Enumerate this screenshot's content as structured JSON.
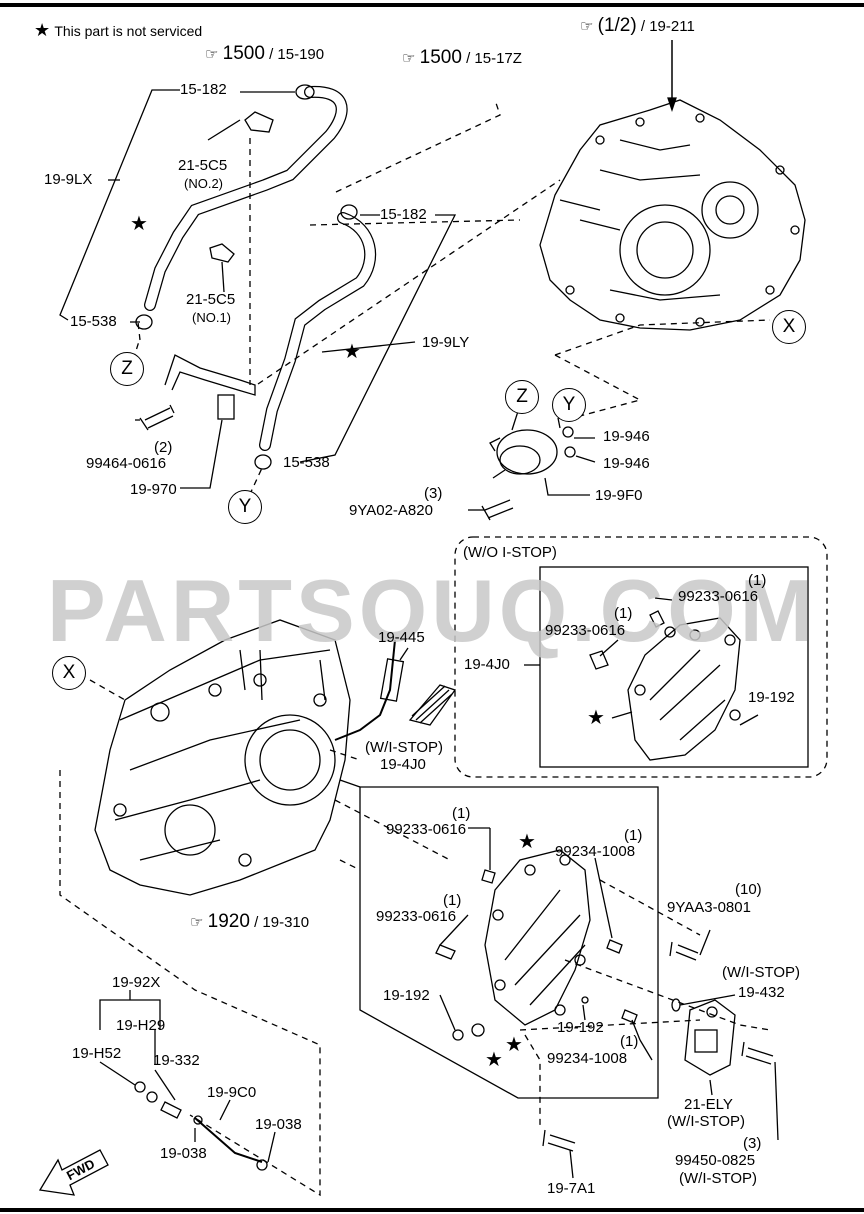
{
  "legend": {
    "star": "★",
    "text": "This part is not serviced"
  },
  "watermark": "PARTSOUQ.COM",
  "refs": {
    "r1": {
      "num": "1500",
      "code": "/ 15-190"
    },
    "r2": {
      "num": "1500",
      "code": "/ 15-17Z"
    },
    "r3": {
      "num": "(1/2)",
      "code": "/ 19-211"
    },
    "r4": {
      "num": "1920",
      "code": "/ 19-310"
    }
  },
  "callouts": {
    "x1": "X",
    "x2": "X",
    "z1": "Z",
    "z2": "Z",
    "y1": "Y",
    "y2": "Y"
  },
  "labels": {
    "p15_182a": "15-182",
    "p21_5c5a": "21-5C5",
    "no2": "(NO.2)",
    "p19_9lx": "19-9LX",
    "p21_5c5b": "21-5C5",
    "no1": "(NO.1)",
    "p15_538a": "15-538",
    "p15_182b": "15-182",
    "p19_9ly": "19-9LY",
    "qty2": "(2)",
    "p99464": "99464-0616",
    "p19_970": "19-970",
    "p15_538b": "15-538",
    "p19_946a": "19-946",
    "p19_946b": "19-946",
    "p19_9f0": "19-9F0",
    "qty3a": "(3)",
    "p9ya02": "9YA02-A820",
    "wo_istop": "(W/O I-STOP)",
    "q1a": "(1)",
    "p99233a": "99233-0616",
    "q1b": "(1)",
    "p99233b": "99233-0616",
    "p19_4j0a": "19-4J0",
    "p19_192a": "19-192",
    "p19_445": "19-445",
    "wi_istop_a": "(W/I-STOP)",
    "p19_4j0b": "19-4J0",
    "q1c": "(1)",
    "p99233c": "99233-0616",
    "q1d": "(1)",
    "p99234a": "99234-1008",
    "q10": "(10)",
    "p9yaa3": "9YAA3-0801",
    "q1e": "(1)",
    "p99233d": "99233-0616",
    "wi_istop_b": "(W/I-STOP)",
    "p19_432": "19-432",
    "p19_192b": "19-192",
    "p19_192c": "19-192",
    "q1f": "(1)",
    "p99234b": "99234-1008",
    "p21_ely": "21-ELY",
    "wi_istop_c": "(W/I-STOP)",
    "qty3b": "(3)",
    "p99450": "99450-0825",
    "wi_istop_d": "(W/I-STOP)",
    "p19_92x": "19-92X",
    "p19_h29": "19-H29",
    "p19_h52": "19-H52",
    "p19_332": "19-332",
    "p19_9c0": "19-9C0",
    "p19_038a": "19-038",
    "p19_038b": "19-038",
    "p19_7a1": "19-7A1",
    "fwd": "FWD"
  }
}
